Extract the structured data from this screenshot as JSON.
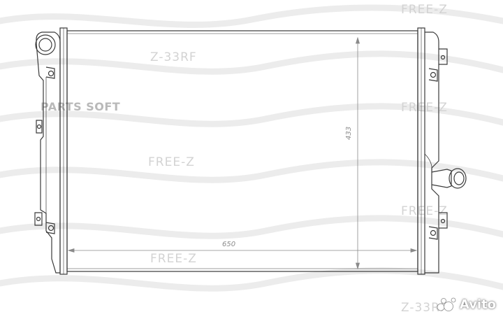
{
  "watermark": {
    "brand": "FREE-Z",
    "brand_mirrored": "Z-33RF",
    "parts_text": "PARTS SOFT"
  },
  "dimensions": {
    "width": "650",
    "height": "433"
  },
  "badge": {
    "text": "Avito"
  },
  "colors": {
    "line": "#3a3a3a",
    "dimension": "#8a8a8a",
    "watermark": "#d3d3d3"
  }
}
